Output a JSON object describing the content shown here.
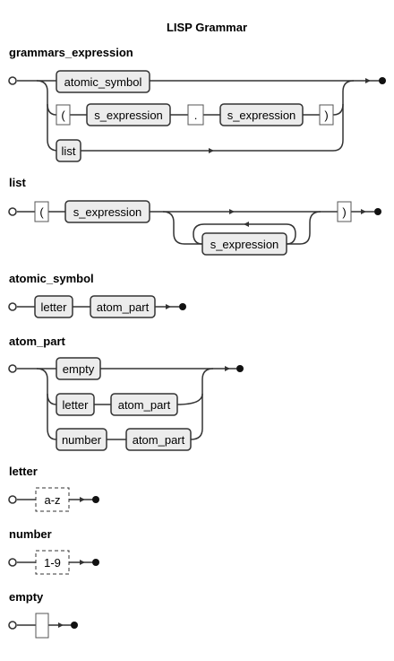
{
  "title": "LISP Grammar",
  "rules": {
    "grammars_expression": {
      "name": "grammars_expression",
      "atomic_symbol": "atomic_symbol",
      "lparen": "(",
      "s_expression_1": "s_expression",
      "dot": ".",
      "s_expression_2": "s_expression",
      "rparen": ")",
      "list": "list"
    },
    "list": {
      "name": "list",
      "lparen": "(",
      "s_expression": "s_expression",
      "s_expression_loop": "s_expression",
      "rparen": ")"
    },
    "atomic_symbol": {
      "name": "atomic_symbol",
      "letter": "letter",
      "atom_part": "atom_part"
    },
    "atom_part": {
      "name": "atom_part",
      "empty": "empty",
      "letter": "letter",
      "atom_part_1": "atom_part",
      "number": "number",
      "atom_part_2": "atom_part"
    },
    "letter": {
      "name": "letter",
      "range": "a-z"
    },
    "number": {
      "name": "number",
      "range": "1-9"
    },
    "empty": {
      "name": "empty"
    }
  }
}
